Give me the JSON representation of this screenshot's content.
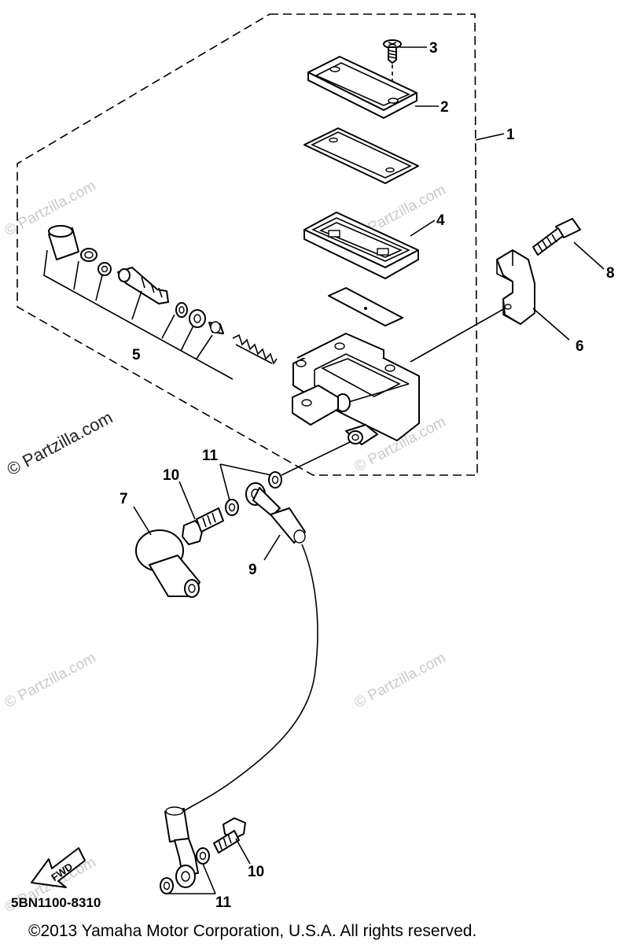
{
  "callouts": {
    "c1": "1",
    "c2": "2",
    "c3": "3",
    "c4": "4",
    "c5": "5",
    "c6": "6",
    "c7": "7",
    "c8": "8",
    "c9": "9",
    "c10a": "10",
    "c10b": "10",
    "c11a": "11",
    "c11b": "11"
  },
  "watermarks": {
    "w1": "© Partzilla.com",
    "w2": "© Partzilla.com",
    "w3": "© Partzilla.com",
    "w4": "© Partzilla.com",
    "w5": "© Partzilla.com",
    "w6": "© Partzilla.com",
    "main": "© Partzilla.com"
  },
  "fwd_label": "FWD",
  "diagram_code": "5BN1100-8310",
  "copyright": "©2013  Yamaha Motor Corporation, U.S.A. All rights reserved."
}
